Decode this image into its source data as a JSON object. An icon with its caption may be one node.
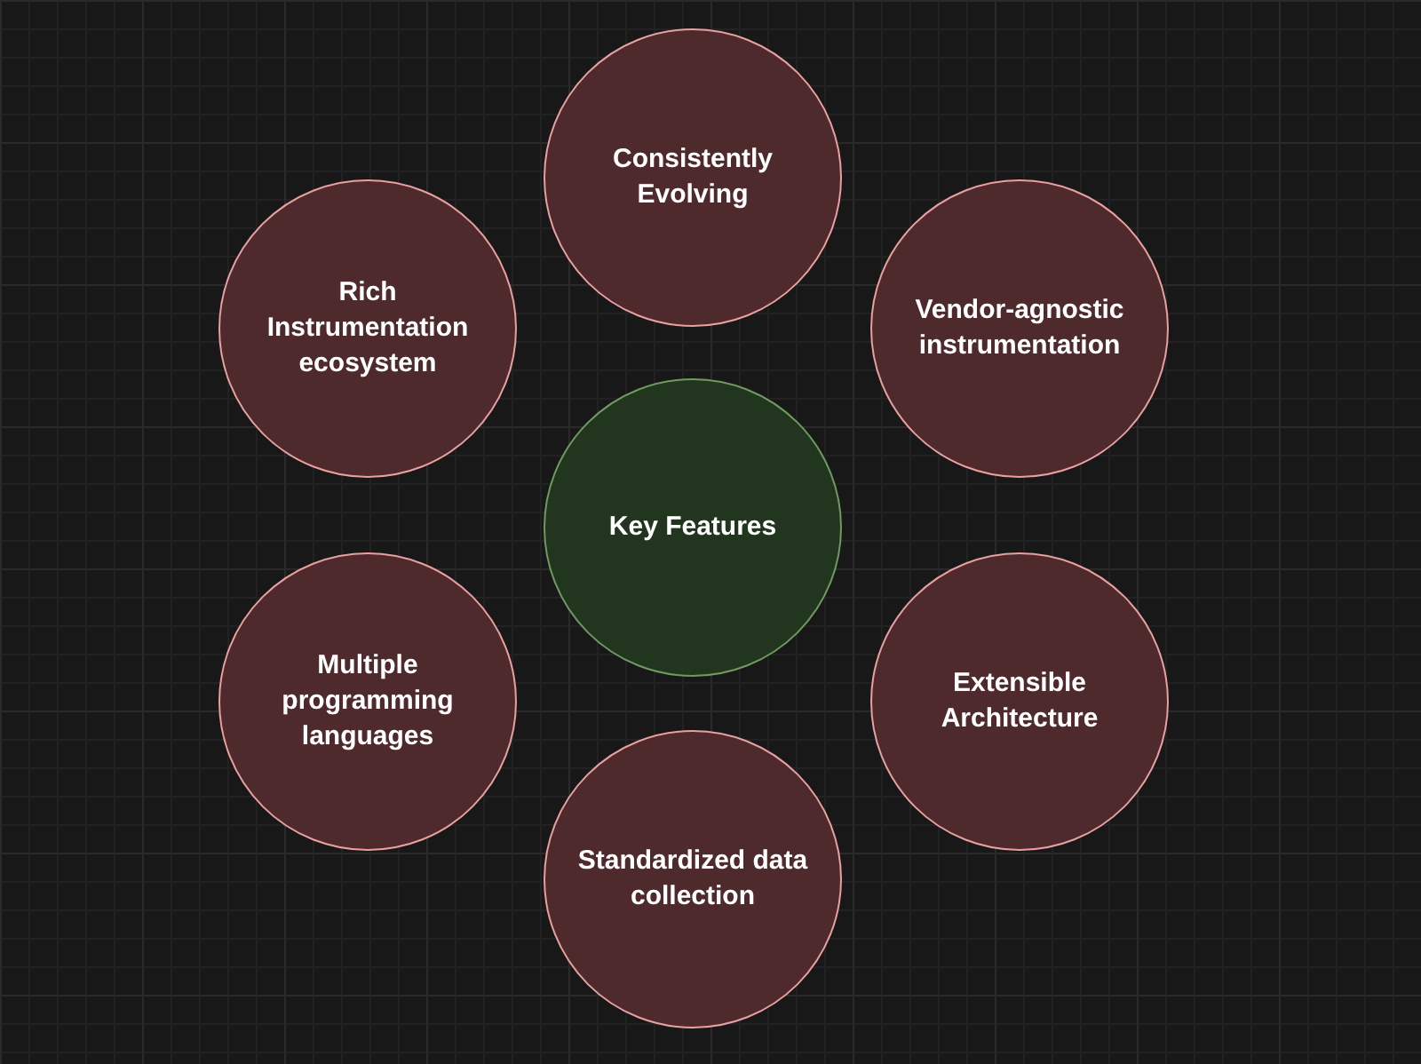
{
  "diagram": {
    "nodes": [
      {
        "text": [
          "Consistently Evolving"
        ]
      },
      {
        "text": [
          "Rich Instrumentation ecosystem"
        ]
      },
      {
        "text": [
          "Vendor-agnostic instrumentation"
        ]
      },
      {
        "text": [
          "Key Features"
        ]
      },
      {
        "text": [
          "Multiple programming languages"
        ]
      },
      {
        "text": [
          "Extensible Architecture"
        ]
      },
      {
        "text": [
          "Standardized data collection"
        ]
      }
    ]
  }
}
